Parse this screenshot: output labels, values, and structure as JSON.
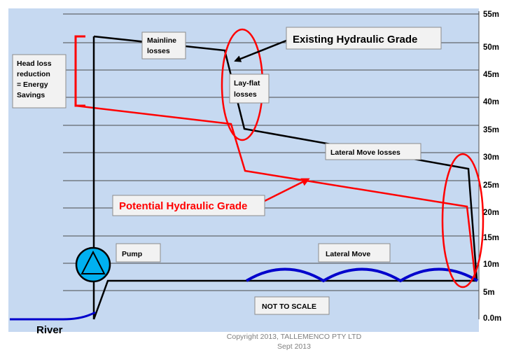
{
  "diagram": {
    "y_axis_labels": [
      "55m",
      "50m",
      "45m",
      "40m",
      "35m",
      "30m",
      "25m",
      "20m",
      "15m",
      "10m",
      "5m",
      "0.0m"
    ],
    "labels": {
      "mainline_line1": "Mainline",
      "mainline_line2": "losses",
      "existing_grade": "Existing  Hydraulic Grade",
      "head_loss_line1": "Head loss",
      "head_loss_line2": "reduction",
      "head_loss_line3": "= Energy",
      "head_loss_line4": "Savings",
      "layflat_line1": "Lay-flat",
      "layflat_line2": "losses",
      "lateral_move_losses": "Lateral Move losses",
      "potential_grade": "Potential Hydraulic Grade",
      "pump": "Pump",
      "lateral_move": "Lateral Move",
      "not_to_scale": "NOT TO SCALE",
      "river": "River"
    },
    "copyright_line1": "Copyright 2013, TALLEMENCO PTY LTD",
    "copyright_line2": "Sept 2013",
    "colors": {
      "background": "#c6d9f1",
      "grid": "#4a4a4a",
      "existing_grade": "#000000",
      "potential_grade": "#ff0000",
      "water": "#0000cc",
      "pump_fill": "#00b0f0"
    }
  }
}
